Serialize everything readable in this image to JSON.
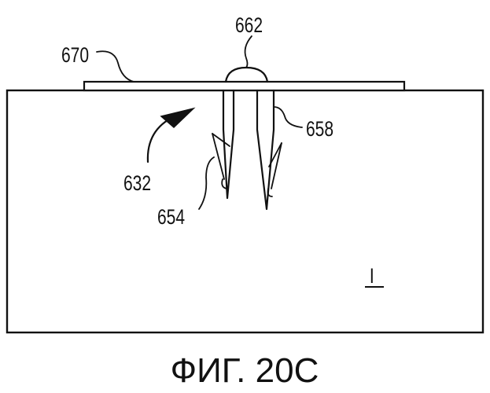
{
  "figure": {
    "caption": "ФИГ. 20С",
    "region_marker": "I",
    "labels": {
      "plate": "670",
      "head": "662",
      "arrow": "632",
      "right_prong": "658",
      "left_prong": "654"
    }
  }
}
